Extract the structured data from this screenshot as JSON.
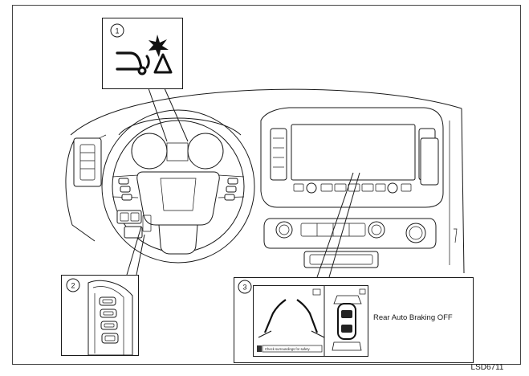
{
  "figure": {
    "code": "LSD6711",
    "icon_names": [
      "rear-auto-braking-warning-icon",
      "steering-switch-icon",
      "parking-camera-icon"
    ]
  },
  "callouts": [
    {
      "number": "1"
    },
    {
      "number": "2"
    },
    {
      "number": "3"
    }
  ],
  "display": {
    "camera_caution": "Check surroundings for safety.",
    "status_message": "Rear Auto Braking OFF"
  }
}
